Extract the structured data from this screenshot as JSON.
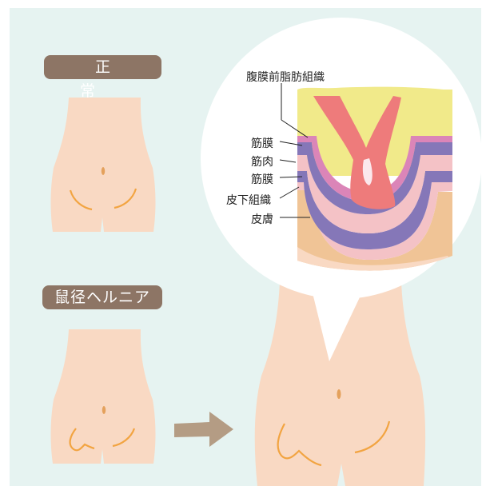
{
  "labels": {
    "normal": "正常",
    "hernia": "鼠径ヘルニア"
  },
  "layers": {
    "preperitoneal_fat": "腹膜前脂肪組織",
    "fascia_upper": "筋膜",
    "muscle": "筋肉",
    "fascia_lower": "筋膜",
    "subcutaneous": "皮下組織",
    "skin": "皮膚"
  },
  "colors": {
    "background": "#e6f3f1",
    "skin": "#f9d9c3",
    "badge": "#8d7565",
    "arrow": "#b49c84",
    "fat_yellow": "#f1ea8a",
    "fascia_purple": "#8577b8",
    "fascia_pink": "#db85b8",
    "muscle_pink": "#f4c2c6",
    "subcutaneous_orange": "#f0c496",
    "intestine_red": "#ee7b7b",
    "crease": "#f2a441"
  }
}
